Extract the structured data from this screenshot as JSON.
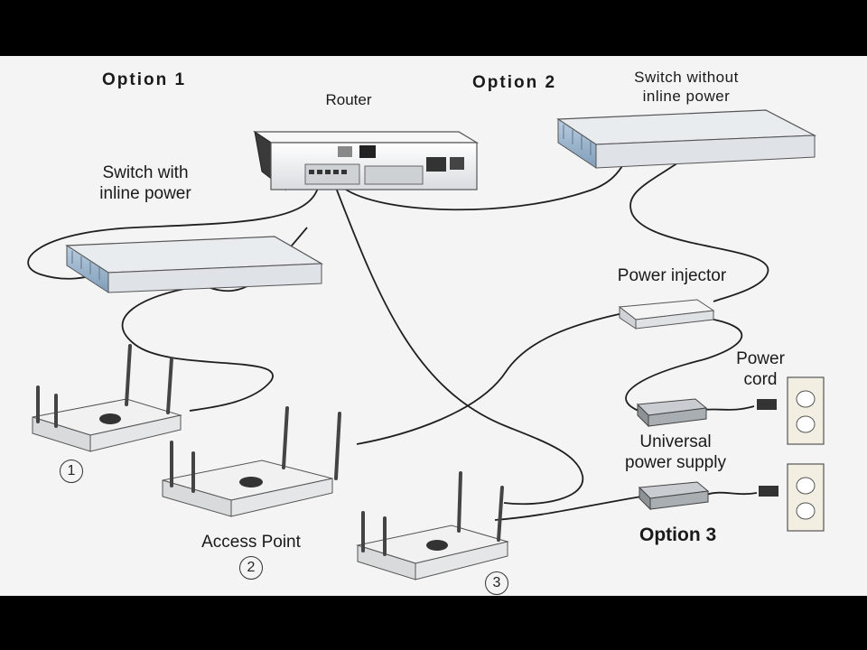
{
  "labels": {
    "option1": "Option 1",
    "option2": "Option 2",
    "option3": "Option 3",
    "router": "Router",
    "switch_no_power_1": "Switch without",
    "switch_no_power_2": "inline power",
    "switch_power_1": "Switch with",
    "switch_power_2": "inline power",
    "power_injector": "Power injector",
    "power_cord_1": "Power",
    "power_cord_2": "cord",
    "ups_1": "Universal",
    "ups_2": "power supply",
    "access_point": "Access Point"
  },
  "numbers": {
    "ap1": "1",
    "ap2": "2",
    "ap3": "3"
  },
  "colors": {
    "frame": "#000000",
    "background": "#f4f4f4",
    "device_body": "#e8eaec",
    "switch_accent": "#8fb0cc",
    "cable": "#1f1f1f"
  }
}
